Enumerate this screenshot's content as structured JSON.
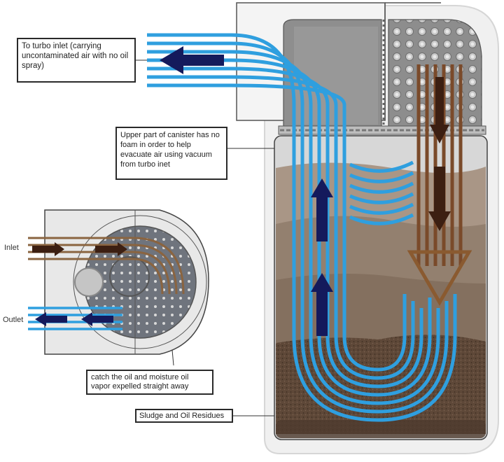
{
  "title": "Oil catch can canister airflow diagram",
  "callouts": {
    "turbo_inlet": "To turbo inlet (carrying uncontaminated air with no oil spray)",
    "upper_part": "Upper part of canister has no foam in order to help evacuate air using vacuum from turbo inet",
    "catch_oil": "catch the oil and moisture oil vapor expelled straight away",
    "sludge": "Sludge and Oil Residues"
  },
  "labels": {
    "inlet": "Inlet",
    "outlet": "Outlet"
  },
  "flows": [
    {
      "name": "clean-air-flow",
      "direction": "left",
      "color": "#2f9fdf",
      "meaning": "uncontaminated air to turbo inlet"
    },
    {
      "name": "contaminated-flow",
      "direction": "down",
      "color": "#7a4a2a",
      "meaning": "oil-laden air from inlet"
    }
  ],
  "colors": {
    "clean_air": "#2f9fdf",
    "arrow_dark_blue": "#141a5c",
    "oil_brown": "#7a4a2a",
    "arrow_dark_brown": "#3c1f12",
    "sludge": "#5a4536",
    "housing": "#eeeeee"
  }
}
